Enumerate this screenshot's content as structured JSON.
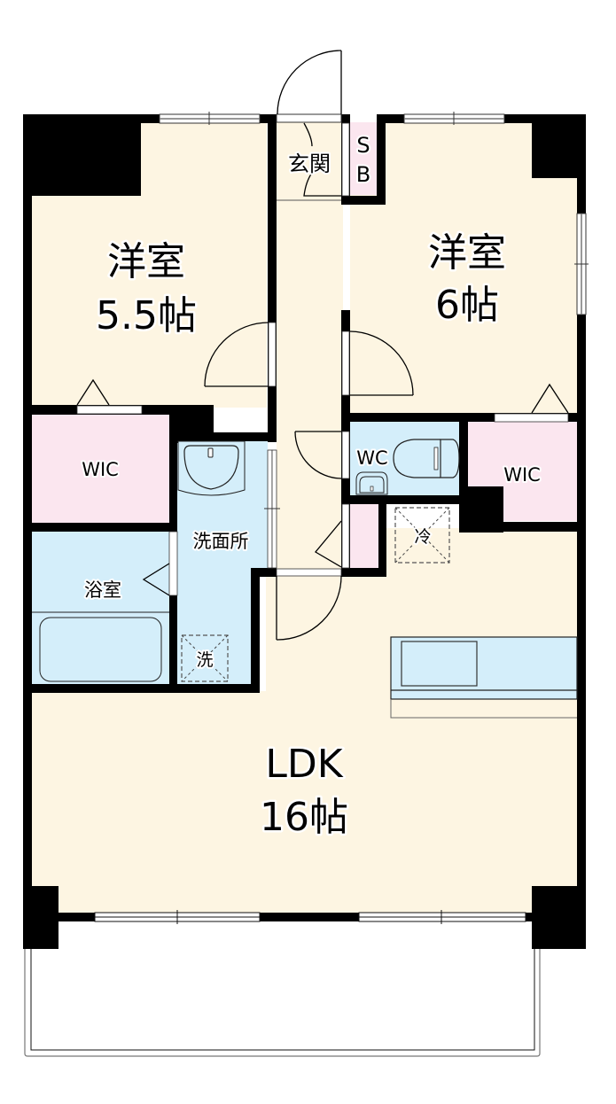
{
  "floor_plan": {
    "colors": {
      "room_floor": "#fdf5e2",
      "wet_area": "#d4eefa",
      "closet": "#fbe6ef",
      "wall": "#000000",
      "background": "#ffffff"
    },
    "rooms": {
      "western_room_1": {
        "name": "洋室",
        "size": "5.5帖"
      },
      "western_room_2": {
        "name": "洋室",
        "size": "6帖"
      },
      "ldk": {
        "name": "LDK",
        "size": "16帖"
      },
      "entrance": {
        "name": "玄関"
      },
      "shoe_box": {
        "line1": "S",
        "line2": "B"
      },
      "wic_left": {
        "name": "WIC"
      },
      "wic_right": {
        "name": "WIC"
      },
      "toilet": {
        "name": "WC"
      },
      "washroom": {
        "name": "洗面所"
      },
      "bathroom": {
        "name": "浴室"
      },
      "fridge_space": {
        "name": "冷"
      },
      "washer_space": {
        "name": "洗"
      }
    }
  }
}
